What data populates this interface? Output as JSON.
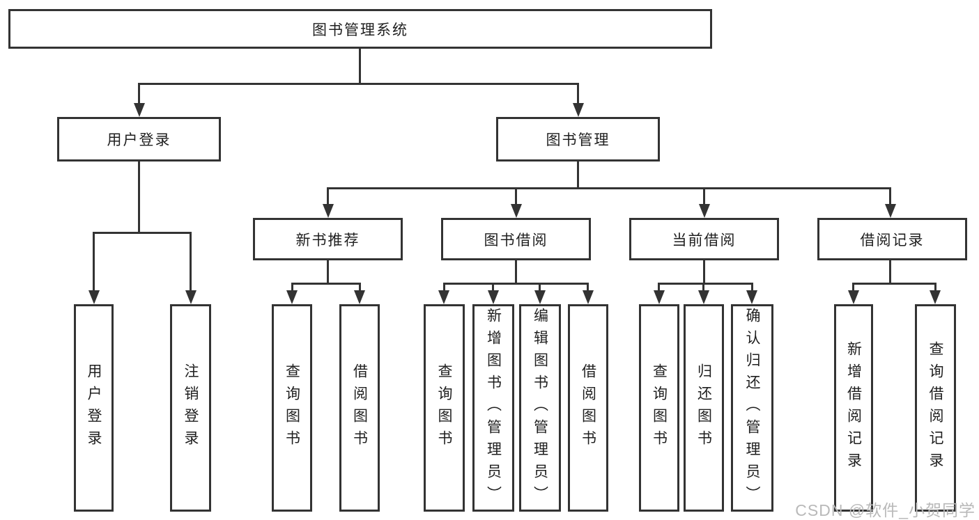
{
  "tree": {
    "label": "图书管理系统",
    "children": [
      {
        "label": "用户登录",
        "children": [
          {
            "label": "用户登录"
          },
          {
            "label": "注销登录"
          }
        ]
      },
      {
        "label": "图书管理",
        "children": [
          {
            "label": "新书推荐",
            "children": [
              {
                "label": "查询图书"
              },
              {
                "label": "借阅图书"
              }
            ]
          },
          {
            "label": "图书借阅",
            "children": [
              {
                "label": "查询图书"
              },
              {
                "label": "新增图书（管理员）"
              },
              {
                "label": "编辑图书（管理员）"
              },
              {
                "label": "借阅图书"
              }
            ]
          },
          {
            "label": "当前借阅",
            "children": [
              {
                "label": "查询图书"
              },
              {
                "label": "归还图书"
              },
              {
                "label": "确认归还（管理员）"
              }
            ]
          },
          {
            "label": "借阅记录",
            "children": [
              {
                "label": "新增借阅记录"
              },
              {
                "label": "查询借阅记录"
              }
            ]
          }
        ]
      }
    ]
  },
  "watermark": {
    "text": "CSDN @软件_小贺同学"
  },
  "colors": {
    "line": "#333333",
    "text": "#1f1f1f",
    "background": "#ffffff",
    "watermark": "#b9b9b9"
  }
}
